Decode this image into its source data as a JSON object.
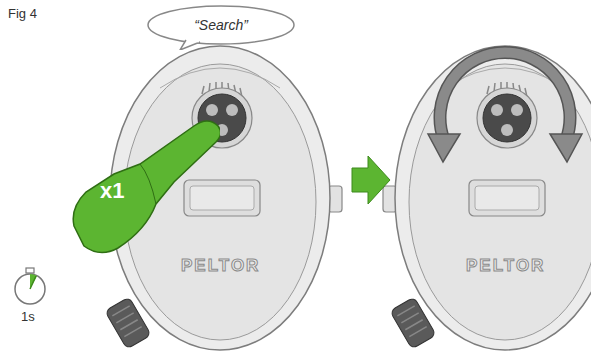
{
  "diagram": {
    "nodes": [
      {
        "text": [
          "“Search”"
        ]
      },
      {
        "text": [
          "x1"
        ]
      }
    ],
    "labels": [
      "Fig 4",
      "1s",
      "PELTOR",
      "PELTOR"
    ]
  }
}
